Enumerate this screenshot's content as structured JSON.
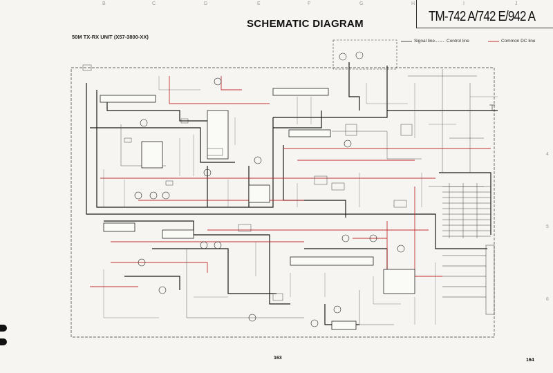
{
  "header": {
    "title": "SCHEMATIC DIAGRAM",
    "model": "TM-742 A/742 E/942 A",
    "subtitle": "50M TX-RX UNIT (X57-3800-XX)"
  },
  "legend": {
    "signal": "Signal line",
    "control": "Control line",
    "common_dc": "Common DC line"
  },
  "grid_ticks": [
    "B",
    "C",
    "D",
    "E",
    "F",
    "G",
    "H",
    "I",
    "J"
  ],
  "side_ticks": [
    "4",
    "5",
    "6"
  ],
  "pages": {
    "left": "163",
    "right": "164"
  },
  "colors": {
    "signal": "#222222",
    "control": "#666666",
    "common_dc": "#c03030"
  }
}
